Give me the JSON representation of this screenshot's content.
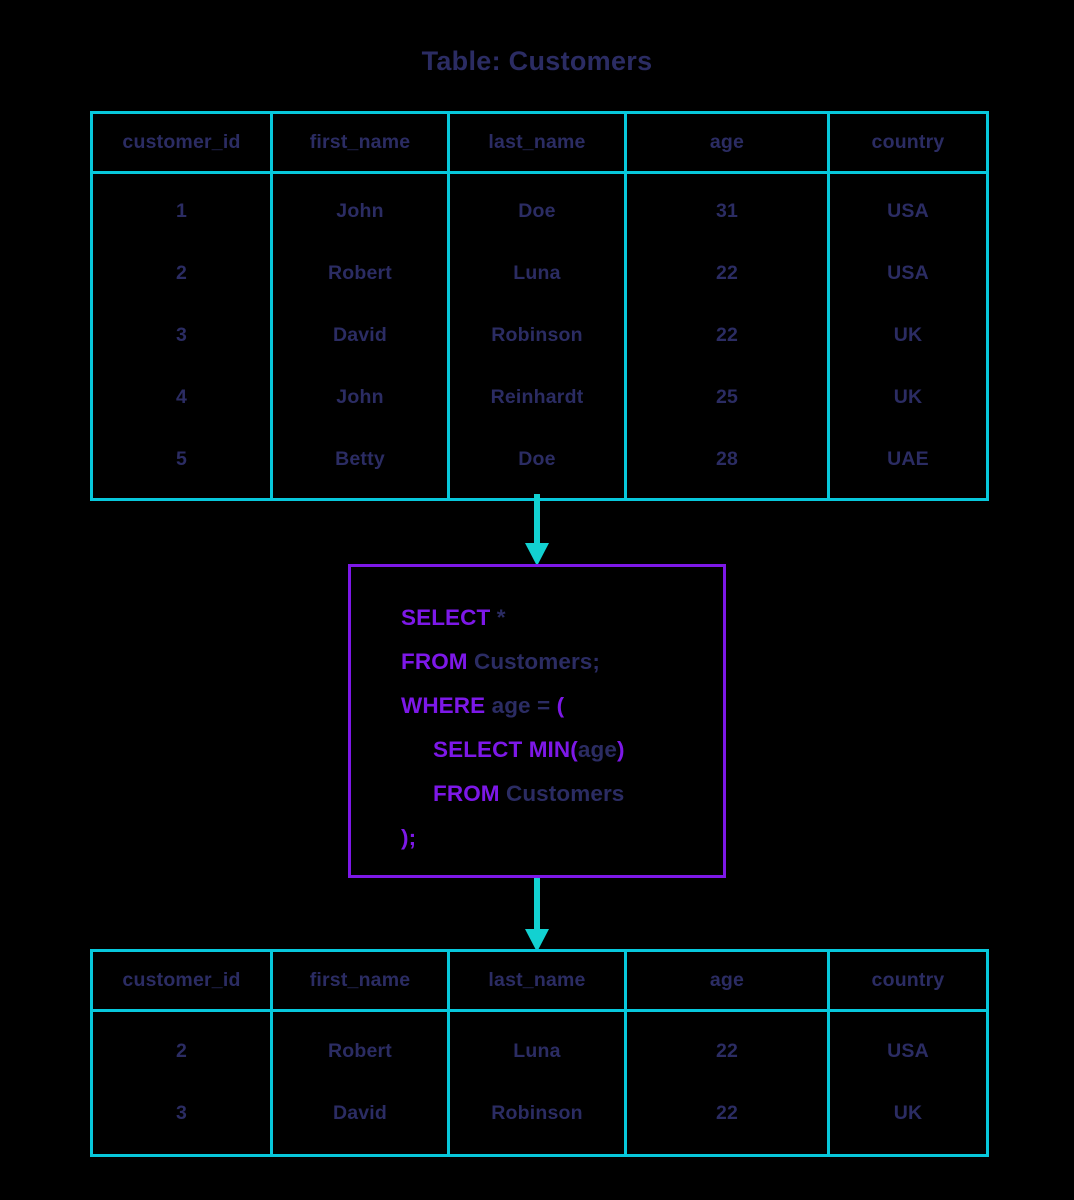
{
  "title": "Table: Customers",
  "colors": {
    "background": "#000000",
    "table_border": "#07c8dc",
    "text_navy": "#2b2c63",
    "keyword_purple": "#7d18e8",
    "arrow_cyan": "#12d1d1",
    "query_box_border": "#7d18e8"
  },
  "source_table": {
    "name": "Customers",
    "columns": [
      "customer_id",
      "first_name",
      "last_name",
      "age",
      "country"
    ],
    "rows": [
      [
        "1",
        "John",
        "Doe",
        "31",
        "USA"
      ],
      [
        "2",
        "Robert",
        "Luna",
        "22",
        "USA"
      ],
      [
        "3",
        "David",
        "Robinson",
        "22",
        "UK"
      ],
      [
        "4",
        "John",
        "Reinhardt",
        "25",
        "UK"
      ],
      [
        "5",
        "Betty",
        "Doe",
        "28",
        "UAE"
      ]
    ]
  },
  "query": {
    "lines": [
      {
        "indented": false,
        "tokens": [
          {
            "type": "kw",
            "text": "SELECT"
          },
          {
            "type": "ident",
            "text": " *"
          }
        ]
      },
      {
        "indented": false,
        "tokens": [
          {
            "type": "kw",
            "text": "FROM"
          },
          {
            "type": "ident",
            "text": " Customers;"
          }
        ]
      },
      {
        "indented": false,
        "tokens": [
          {
            "type": "kw",
            "text": "WHERE"
          },
          {
            "type": "ident",
            "text": " age = "
          },
          {
            "type": "kw",
            "text": "("
          }
        ]
      },
      {
        "indented": true,
        "tokens": [
          {
            "type": "kw",
            "text": "SELECT MIN("
          },
          {
            "type": "ident",
            "text": "age"
          },
          {
            "type": "kw",
            "text": ")"
          }
        ]
      },
      {
        "indented": true,
        "tokens": [
          {
            "type": "kw",
            "text": "FROM"
          },
          {
            "type": "ident",
            "text": " Customers"
          }
        ]
      },
      {
        "indented": false,
        "tokens": [
          {
            "type": "kw",
            "text": ");"
          }
        ]
      }
    ]
  },
  "result_table": {
    "columns": [
      "customer_id",
      "first_name",
      "last_name",
      "age",
      "country"
    ],
    "rows": [
      [
        "2",
        "Robert",
        "Luna",
        "22",
        "USA"
      ],
      [
        "3",
        "David",
        "Robinson",
        "22",
        "UK"
      ]
    ]
  },
  "arrows": [
    {
      "name": "arrow-table-to-query",
      "direction": "down"
    },
    {
      "name": "arrow-query-to-result",
      "direction": "down"
    }
  ]
}
